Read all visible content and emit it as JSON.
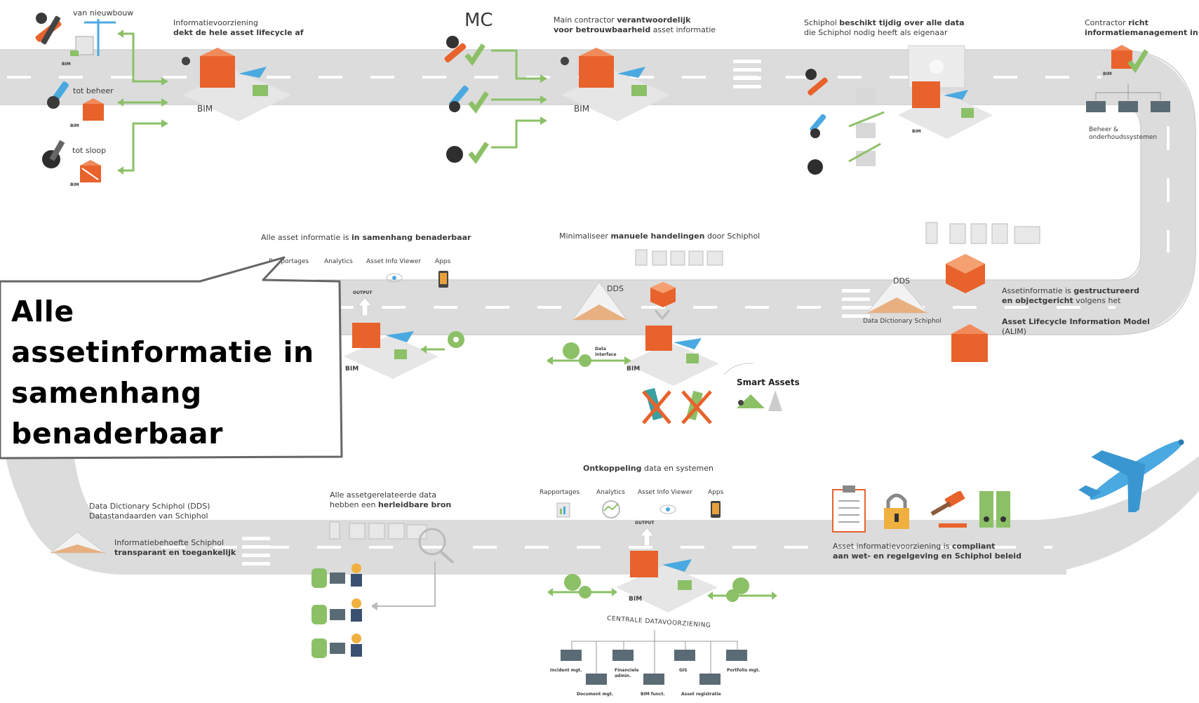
{
  "colors": {
    "road": "#dcdcdc",
    "lane": "#ffffff",
    "orange": "#e8622c",
    "green": "#8cc067",
    "blue": "#4aa9e0",
    "dark": "#2e2e2e"
  },
  "top_left": {
    "nieuwbouw": "van nieuwbouw",
    "beheer": "tot beheer",
    "sloop": "tot sloop",
    "bim": "BIM",
    "info_line1": "Informatievoorziening",
    "info_line2": "dekt de hele asset lifecycle af"
  },
  "mc": {
    "title": "MC",
    "line1_pre": "Main contractor ",
    "line1_bold": "verantwoordelijk",
    "line2_bold": "voor betrouwbaarheid",
    "line2_post": " asset informatie"
  },
  "schiphol_data": {
    "line1_pre": "Schiphol ",
    "line1_bold": "beschikt tijdig over alle data",
    "line2": "die Schiphol nodig heeft als eigenaar"
  },
  "contractor": {
    "line1_pre": "Contractor ",
    "line1_bold": "richt",
    "line2_bold": "informatiemanagement in",
    "systems": "Beheer &\nonderhoudssystemen"
  },
  "samenhang": {
    "line_pre": "Alle asset informatie is ",
    "line_bold": "in samenhang benaderbaar",
    "labels": [
      "Rapportages",
      "Analytics",
      "Asset Info Viewer",
      "Apps"
    ],
    "output": "OUTPUT"
  },
  "minimaliseer": {
    "pre": "Minimaliseer ",
    "bold": "manuele handelingen",
    "post": " door Schiphol",
    "dds": "DDS",
    "data_interface": "Data\ninterface",
    "smart_assets": "Smart Assets"
  },
  "alim": {
    "dds": "DDS",
    "dds_caption": "Data Dictionary Schiphol",
    "line1": "Assetinformatie is ",
    "line1_bold": "gestructureerd",
    "line2_bold": "en objectgericht",
    "line2_post": " volgens het",
    "line3_bold": "Asset Lifecycle Information Model",
    "line4": "(ALIM)"
  },
  "callout": {
    "text": "Alle assetinformatie in samenhang benaderbaar"
  },
  "bottom_left": {
    "dds1": "Data Dictionary Schiphol (DDS)",
    "dds2": "Datastandaarden van Schiphol",
    "need1": "Informatiebehoefte Schiphol",
    "need2": "transparant en toegankelijk",
    "source1": "Alle assetgerelateerde data",
    "source2_pre": "hebben een ",
    "source2_bold": "herleidbare bron"
  },
  "ontkoppeling": {
    "bold": "Ontkoppeling",
    "post": " data en systemen",
    "labels": [
      "Rapportages",
      "Analytics",
      "Asset Info Viewer",
      "Apps"
    ],
    "output": "OUTPUT",
    "central": "CENTRALE DATAVOORZIENING",
    "systems": [
      "Incident mgt.",
      "Financiele admin.",
      "GIS",
      "Portfolio mgt.",
      "Document mgt.",
      "BIM funct.",
      "Asset registratie"
    ]
  },
  "compliance": {
    "line1_pre": "Asset informatievoorziening is ",
    "line1_bold": "compliant",
    "line2_bold": "aan wet- en regelgeving en Schiphol beleid"
  }
}
